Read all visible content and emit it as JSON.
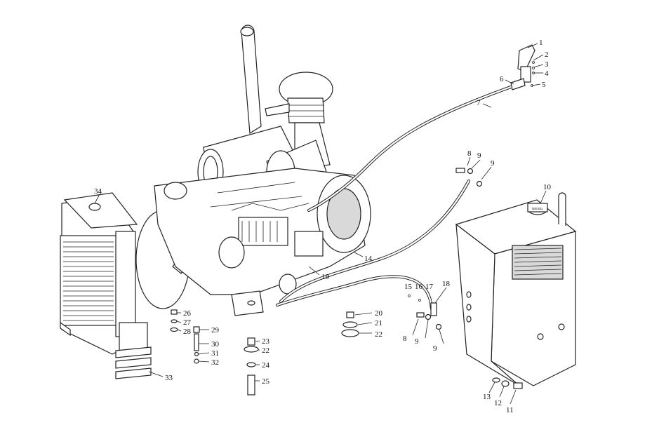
{
  "callouts": [
    {
      "n": "1"
    },
    {
      "n": "2"
    },
    {
      "n": "3"
    },
    {
      "n": "4"
    },
    {
      "n": "5"
    },
    {
      "n": "6"
    },
    {
      "n": "7"
    },
    {
      "n": "8"
    },
    {
      "n": "9"
    },
    {
      "n": "9"
    },
    {
      "n": "10"
    },
    {
      "n": "14"
    },
    {
      "n": "19"
    },
    {
      "n": "34"
    },
    {
      "n": "15"
    },
    {
      "n": "16"
    },
    {
      "n": "17"
    },
    {
      "n": "18"
    },
    {
      "n": "8"
    },
    {
      "n": "9"
    },
    {
      "n": "9"
    },
    {
      "n": "20"
    },
    {
      "n": "21"
    },
    {
      "n": "22"
    },
    {
      "n": "23"
    },
    {
      "n": "22"
    },
    {
      "n": "24"
    },
    {
      "n": "25"
    },
    {
      "n": "26"
    },
    {
      "n": "27"
    },
    {
      "n": "28"
    },
    {
      "n": "29"
    },
    {
      "n": "30"
    },
    {
      "n": "31"
    },
    {
      "n": "32"
    },
    {
      "n": "33"
    },
    {
      "n": "13"
    },
    {
      "n": "12"
    },
    {
      "n": "11"
    }
  ],
  "tank_cap_label": "DIESEL"
}
